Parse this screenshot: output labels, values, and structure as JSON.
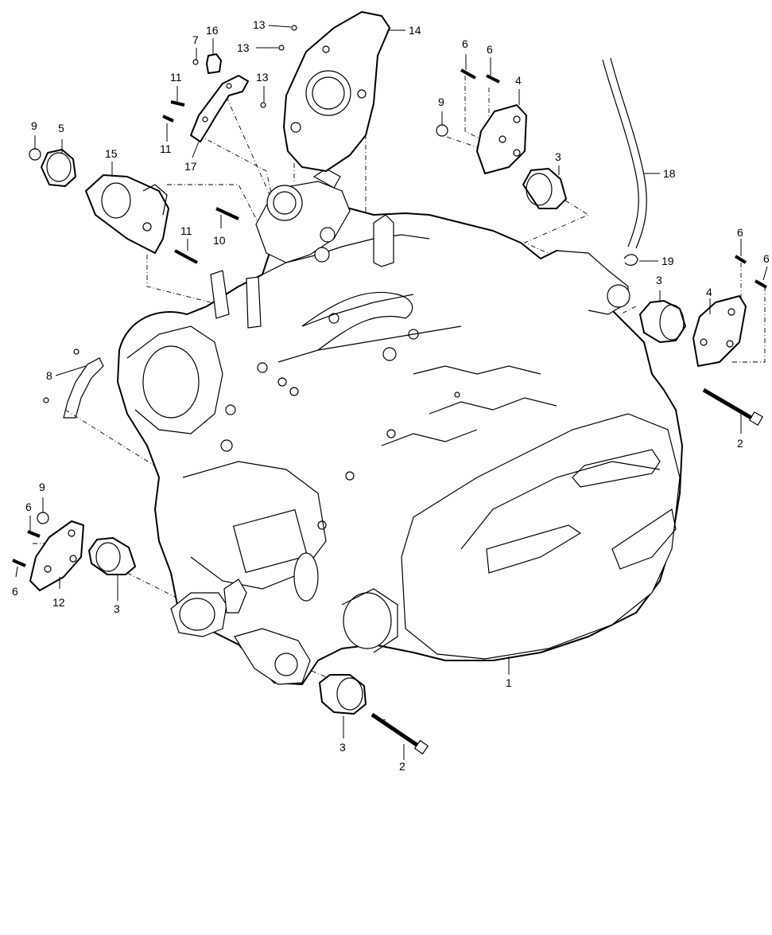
{
  "callouts": [
    {
      "label": "1"
    },
    {
      "label": "2"
    },
    {
      "label": "2"
    },
    {
      "label": "3"
    },
    {
      "label": "3"
    },
    {
      "label": "3"
    },
    {
      "label": "3"
    },
    {
      "label": "4"
    },
    {
      "label": "4"
    },
    {
      "label": "5"
    },
    {
      "label": "6"
    },
    {
      "label": "6"
    },
    {
      "label": "6"
    },
    {
      "label": "6"
    },
    {
      "label": "6"
    },
    {
      "label": "6"
    },
    {
      "label": "7"
    },
    {
      "label": "8"
    },
    {
      "label": "9"
    },
    {
      "label": "9"
    },
    {
      "label": "9"
    },
    {
      "label": "10"
    },
    {
      "label": "11"
    },
    {
      "label": "11"
    },
    {
      "label": "11"
    },
    {
      "label": "12"
    },
    {
      "label": "13"
    },
    {
      "label": "13"
    },
    {
      "label": "13"
    },
    {
      "label": "14"
    },
    {
      "label": "15"
    },
    {
      "label": "16"
    },
    {
      "label": "17"
    },
    {
      "label": "18"
    },
    {
      "label": "19"
    }
  ]
}
